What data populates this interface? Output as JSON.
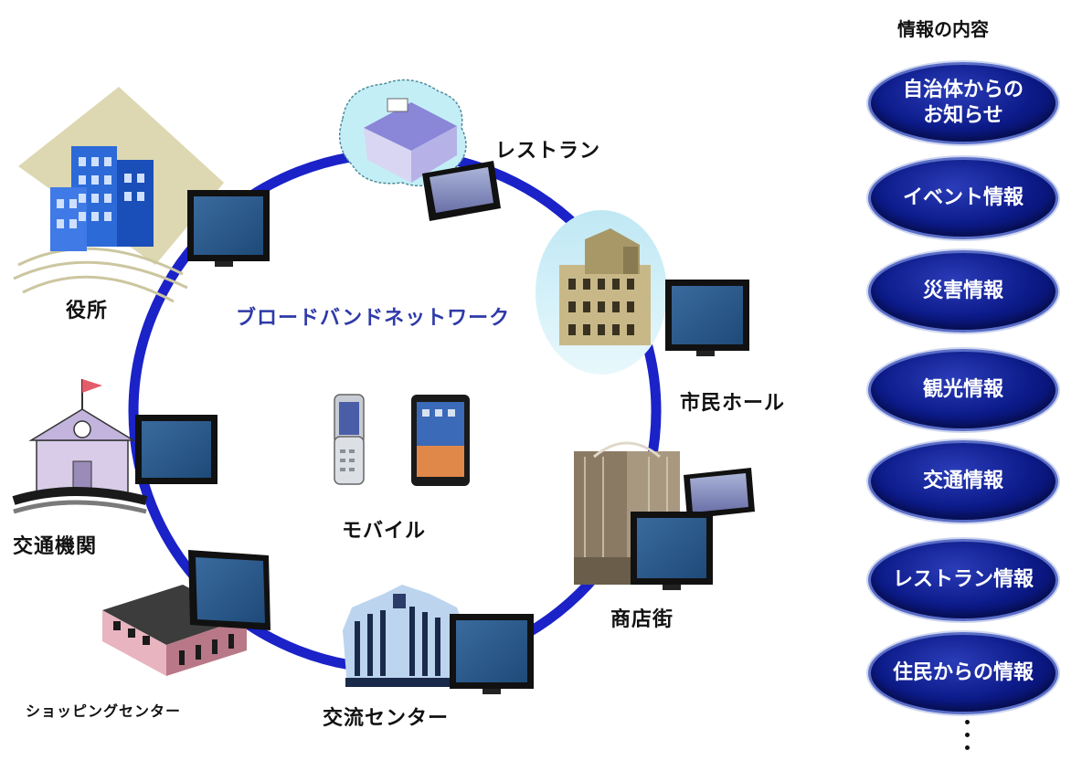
{
  "network_label": "ブロードバンドネットワーク",
  "nodes": {
    "city_hall": "役所",
    "restaurant": "レストラン",
    "civic_hall": "市民ホール",
    "shopping_street": "商店街",
    "exchange_center": "交流センター",
    "shopping_center": "ショッピングセンター",
    "transit": "交通機関",
    "mobile": "モバイル"
  },
  "info_panel": {
    "heading": "情報の内容",
    "items": [
      "自治体からの\nお知らせ",
      "イベント情報",
      "災害情報",
      "観光情報",
      "交通情報",
      "レストラン情報",
      "住民からの情報"
    ]
  },
  "colors": {
    "ring": "#1a22c8",
    "oval_fill": "#0c1a88",
    "network_text": "#2e3aa8"
  }
}
